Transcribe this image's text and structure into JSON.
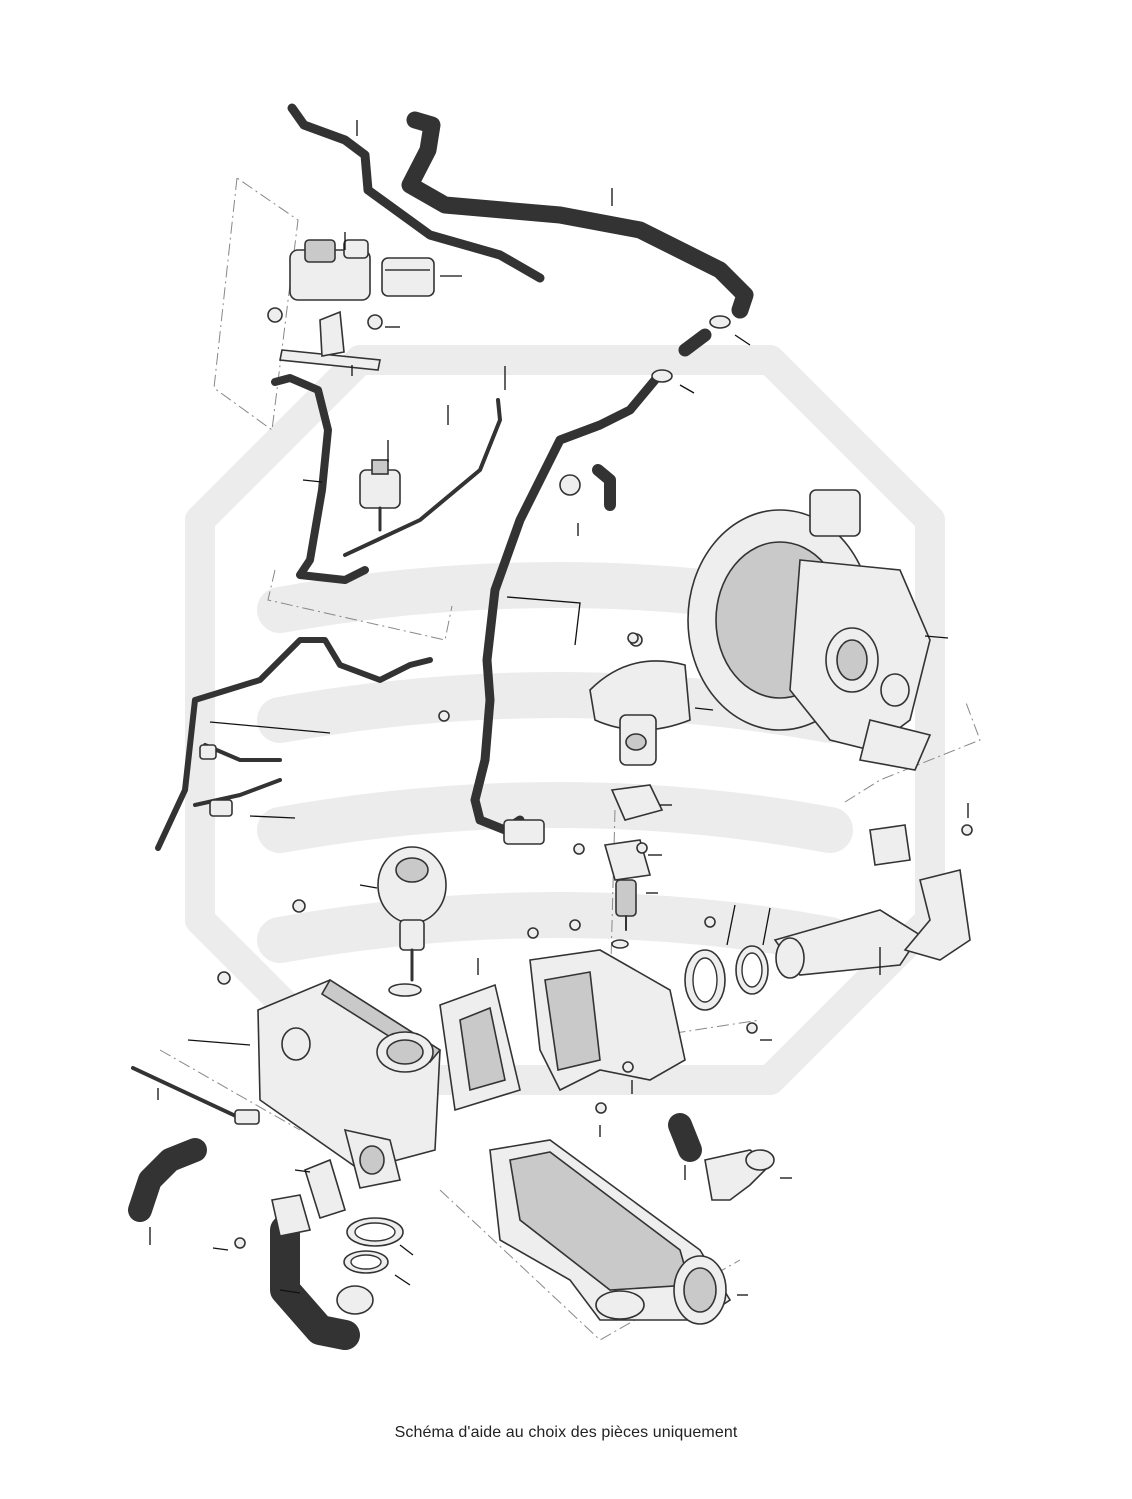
{
  "diagram": {
    "caption": "Schéma d'aide au choix des pièces uniquement",
    "colors": {
      "line": "#333333",
      "part_fill": "#eeeeee",
      "watermark": "#ececec",
      "dash": "#888888"
    },
    "parts": [
      "vacuum-hose",
      "breather-hose",
      "pressure-converter",
      "connector-plug",
      "mounting-bracket",
      "vacuum-line",
      "solenoid-valve",
      "coolant-pipe",
      "wiring-harness",
      "turbocharger",
      "egr-valve",
      "egr-cooler",
      "gasket",
      "intake-manifold",
      "intake-pipe",
      "coolant-hose",
      "thermostat-housing",
      "exhaust-pipe",
      "pressure-sensor",
      "hose-clamp",
      "vacuum-actuator"
    ]
  }
}
